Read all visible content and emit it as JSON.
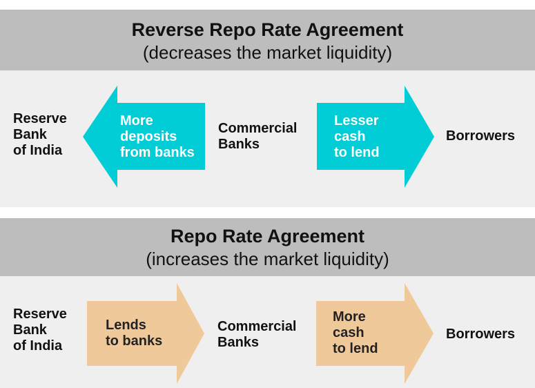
{
  "reverse_repo": {
    "title": "Reverse Repo Rate Agreement",
    "subtitle": "(decreases the market liquidity)",
    "left_entity": [
      "Reserve",
      "Bank",
      "of India"
    ],
    "arrow1_text": [
      "More",
      "deposits",
      "from banks"
    ],
    "middle_entity": [
      "Commercial",
      "Banks"
    ],
    "arrow2_text": [
      "Lesser",
      "cash",
      "to lend"
    ],
    "right_entity": "Borrowers",
    "arrow_color": "#00cdd6"
  },
  "repo": {
    "title": "Repo Rate Agreement",
    "subtitle": "(increases the market liquidity)",
    "left_entity": [
      "Reserve",
      "Bank",
      "of India"
    ],
    "arrow1_text": [
      "Lends",
      "to banks"
    ],
    "middle_entity": [
      "Commercial",
      "Banks"
    ],
    "arrow2_text": [
      "More",
      "cash",
      "to lend"
    ],
    "right_entity": "Borrowers",
    "arrow_color": "#f0c99a"
  },
  "colors": {
    "header_bg": "#bdbdbd",
    "panel_bg": "#efefef"
  }
}
